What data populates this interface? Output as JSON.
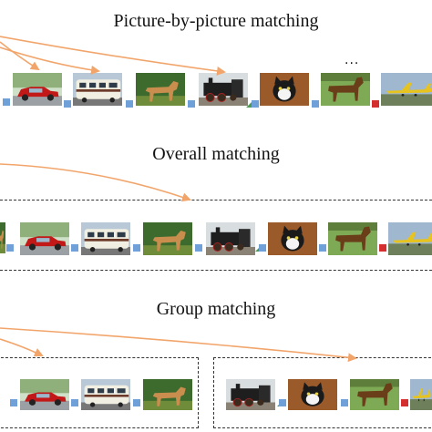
{
  "sections": {
    "picture_by_picture": {
      "title": "Picture-by-picture matching",
      "ellipsis": "..."
    },
    "overall": {
      "title": "Overall matching"
    },
    "group": {
      "title": "Group matching"
    }
  },
  "colors": {
    "arrow": "#f2a56b",
    "tag_blue": "#6fa0d8",
    "tag_red": "#d42e2e",
    "tag_green": "#4d9a52",
    "dash": "#333333"
  },
  "image_kinds": [
    "red-car",
    "tram-bus",
    "dog",
    "steam-train",
    "cat",
    "horse",
    "airplane"
  ],
  "icons": {
    "red-car": "car-photo-icon",
    "tram-bus": "bus-photo-icon",
    "dog": "dog-photo-icon",
    "steam-train": "train-photo-icon",
    "cat": "cat-photo-icon",
    "horse": "horse-photo-icon",
    "airplane": "airplane-photo-icon"
  }
}
